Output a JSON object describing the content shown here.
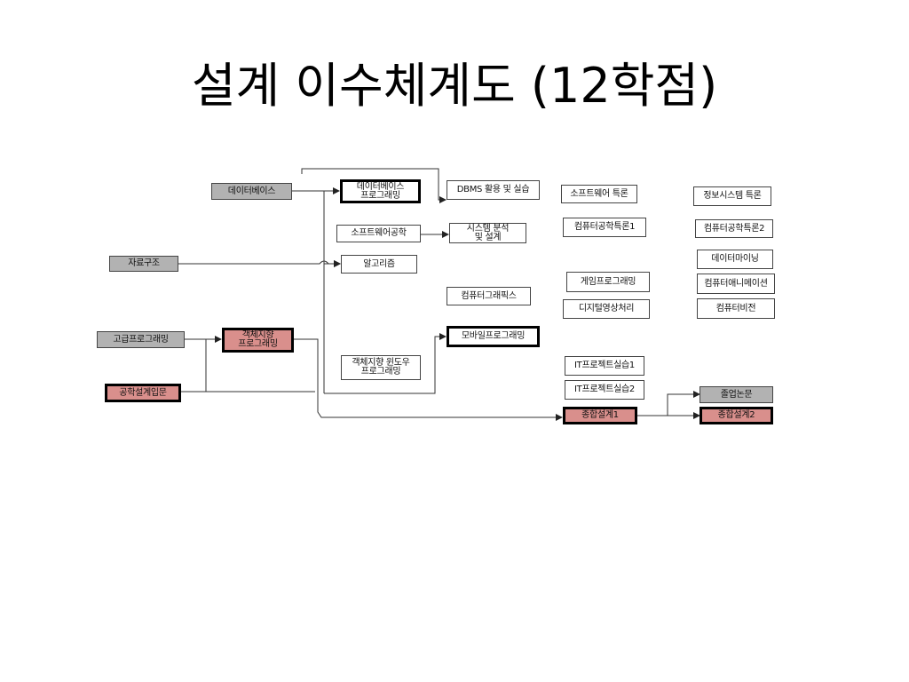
{
  "title": "설계 이수체계도 (12학점)",
  "nodes": {
    "database": "데이터베이스",
    "db_programming": "데이터베이스\n프로그래밍",
    "dbms": "DBMS 활용 및 실습",
    "software_engineering": "소프트웨어공학",
    "system_analysis": "시스템 분석\n및 설계",
    "data_structures": "자료구조",
    "algorithms": "알고리즘",
    "computer_graphics": "컴퓨터그래픽스",
    "advanced_programming": "고급프로그래밍",
    "oop": "객체지향\n프로그래밍",
    "engineering_design_intro": "공학설계입문",
    "mobile_programming": "모바일프로그래밍",
    "oo_window_programming": "객체지향 윈도우\n프로그래밍",
    "software_special": "소프트웨어 특론",
    "cs_special1": "컴퓨터공학특론1",
    "game_programming": "게임프로그래밍",
    "digital_image": "디지털영상처리",
    "it_project1": "IT프로젝트실습1",
    "it_project2": "IT프로젝트실습2",
    "capstone1": "종합설계1",
    "info_systems_special": "정보시스템 특론",
    "cs_special2": "컴퓨터공학특론2",
    "data_mining": "데이터마이닝",
    "computer_animation": "컴퓨터애니메이션",
    "computer_vision": "컴퓨터비전",
    "graduation_thesis": "졸업논문",
    "capstone2": "종합설계2"
  },
  "colors": {
    "gray_fill": "#b2b2b2",
    "pink_fill": "#d98f8c",
    "line": "#333333"
  }
}
